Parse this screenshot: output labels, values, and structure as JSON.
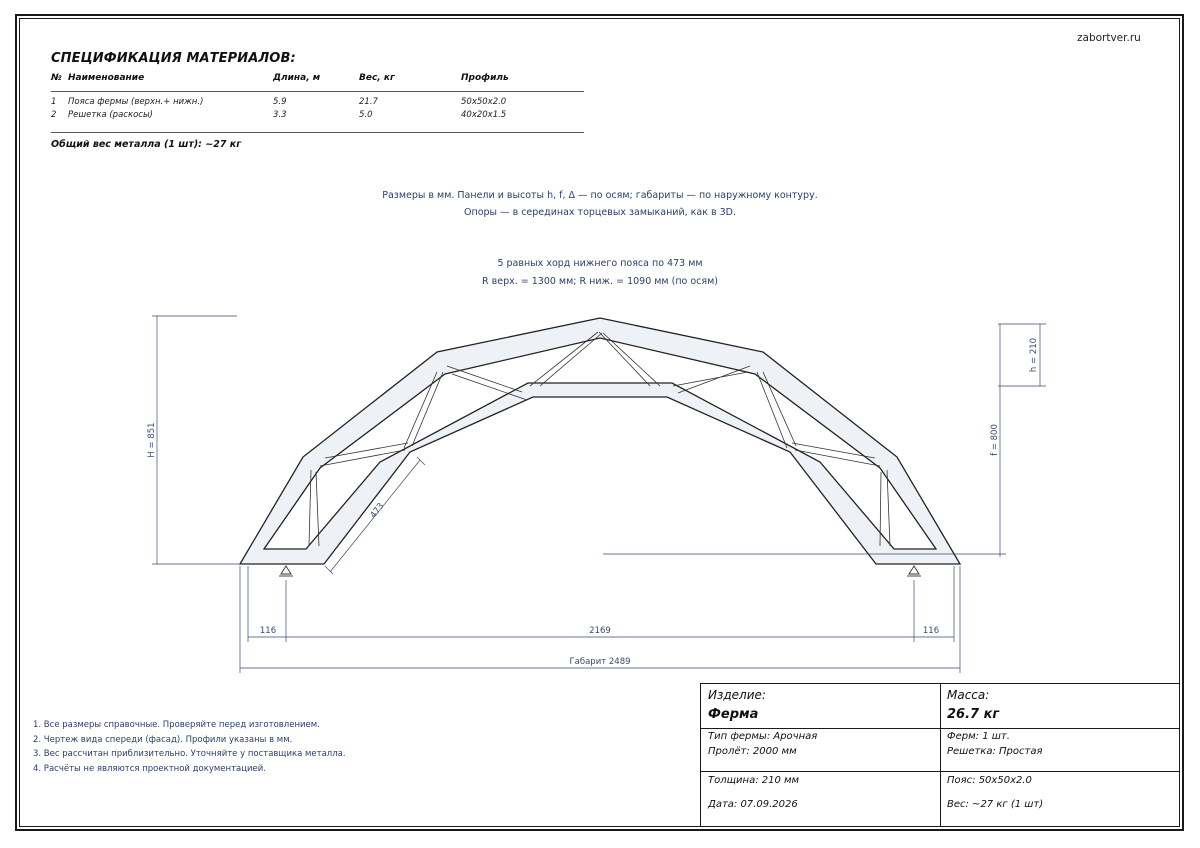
{
  "site": "zabortver.ru",
  "spec": {
    "title": "СПЕЦИФИКАЦИЯ МАТЕРИАЛОВ:",
    "headers": {
      "no": "№",
      "name": "Наименование",
      "length": "Длина, м",
      "weight": "Вес, кг",
      "profile": "Профиль"
    },
    "rows": [
      {
        "no": "1",
        "name": "Пояса фермы (верхн.+ нижн.)",
        "length": "5.9",
        "weight": "21.7",
        "profile": "50x50x2.0"
      },
      {
        "no": "2",
        "name": "Решетка (раскосы)",
        "length": "3.3",
        "weight": "5.0",
        "profile": "40x20x1.5"
      }
    ],
    "total": "Общий вес металла (1 шт): ~27 кг"
  },
  "notes": {
    "line1": "Размеры в мм. Панели и высоты h, f, Δ — по осям; габариты — по наружному контуру.",
    "line2": "Опоры — в серединах торцевых замыканий, как в 3D.",
    "line3": "5 равных хорд нижнего пояса по 473 мм",
    "line4": "R верх. = 1300 мм; R ниж. = 1090 мм (по осям)"
  },
  "dimensions": {
    "H": "H = 851",
    "h": "h = 210",
    "f": "f = 800",
    "chord": "473",
    "left_offset": "116",
    "span": "2169",
    "right_offset": "116",
    "overall": "Габарит 2489"
  },
  "footnotes": [
    "1. Все размеры справочные. Проверяйте перед изготовлением.",
    "2. Чертеж вида спереди (фасад). Профили указаны в мм.",
    "3. Вес рассчитан приблизительно. Уточняйте у поставщика металла.",
    "4. Расчёты не являются проектной документацией."
  ],
  "title_block": {
    "product_label": "Изделие:",
    "product_value": "Ферма",
    "mass_label": "Масса:",
    "mass_value": "26.7 кг",
    "truss_type": "Тип фермы: Арочная",
    "span": "Пролёт: 2000 мм",
    "count": "Ферм: 1 шт.",
    "lattice": "Решетка: Простая",
    "thickness": "Толщина: 210 мм",
    "chord_profile": "Пояс: 50x50x2.0",
    "date": "Дата: 07.09.2026",
    "weight": "Вес: ~27 кг (1 шт)"
  },
  "colors": {
    "truss_fill": "#eef1f6",
    "line": "#222222",
    "dim": "#3a4a72"
  }
}
